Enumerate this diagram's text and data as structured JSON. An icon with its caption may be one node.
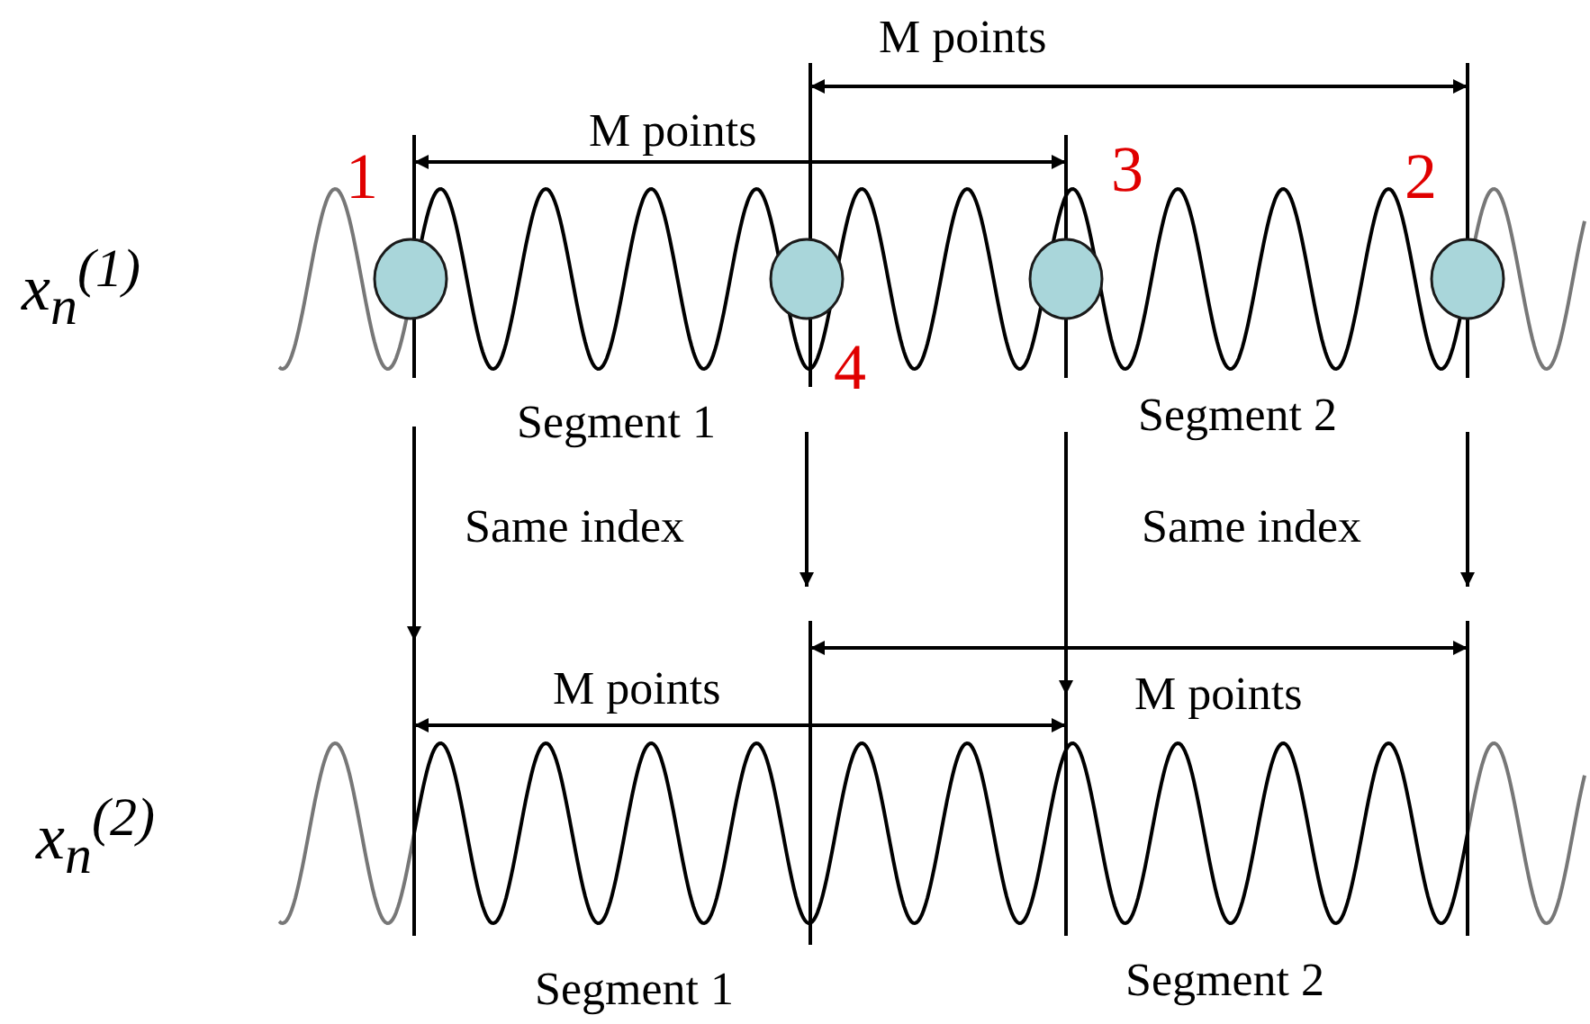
{
  "diagram": {
    "labels": [
      "M points",
      "1",
      "M points",
      "3",
      "2",
      "x$_{n}$$^{(1)}$",
      "4",
      "Segment 1",
      "Segment 2",
      "Same index",
      "Same index",
      "M points",
      "M points",
      "x$_{n}$$^{(2)}$",
      "Segment 1",
      "Segment 2"
    ]
  }
}
